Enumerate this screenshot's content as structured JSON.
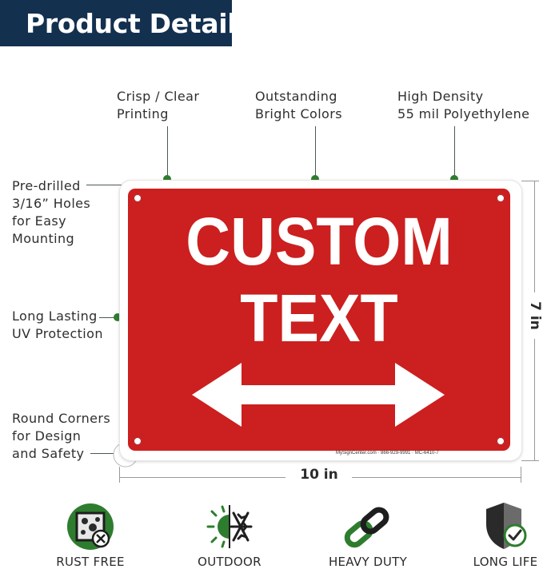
{
  "header": {
    "title": "Product Details"
  },
  "callouts": {
    "printing": [
      "Crisp / Clear",
      "Printing"
    ],
    "colors": [
      "Outstanding",
      "Bright Colors"
    ],
    "density": [
      "High Density",
      "55 mil Polyethylene"
    ],
    "holes": [
      "Pre-drilled",
      "3/16” Holes",
      "for Easy",
      "Mounting"
    ],
    "uv": [
      "Long Lasting",
      "UV Protection"
    ],
    "corners": [
      "Round Corners",
      "for Design",
      "and Safety"
    ]
  },
  "sign": {
    "line1": "CUSTOM",
    "line2": "TEXT",
    "footer": "MySignCenter.com · 866-929-9991 · MC-6410-7",
    "color": "#cc1f1f"
  },
  "dimensions": {
    "width": "10 in",
    "height": "7 in"
  },
  "features": [
    {
      "label": "RUST FREE",
      "icon": "rust-free-icon"
    },
    {
      "label": "OUTDOOR",
      "icon": "sun-snowflake-icon"
    },
    {
      "label": "HEAVY DUTY",
      "icon": "chain-link-icon"
    },
    {
      "label": "LONG LIFE",
      "icon": "shield-check-icon"
    }
  ],
  "colors": {
    "header_bg": "#13304f",
    "accent_green": "#2e7d2e",
    "sign_red": "#cc1f1f"
  }
}
